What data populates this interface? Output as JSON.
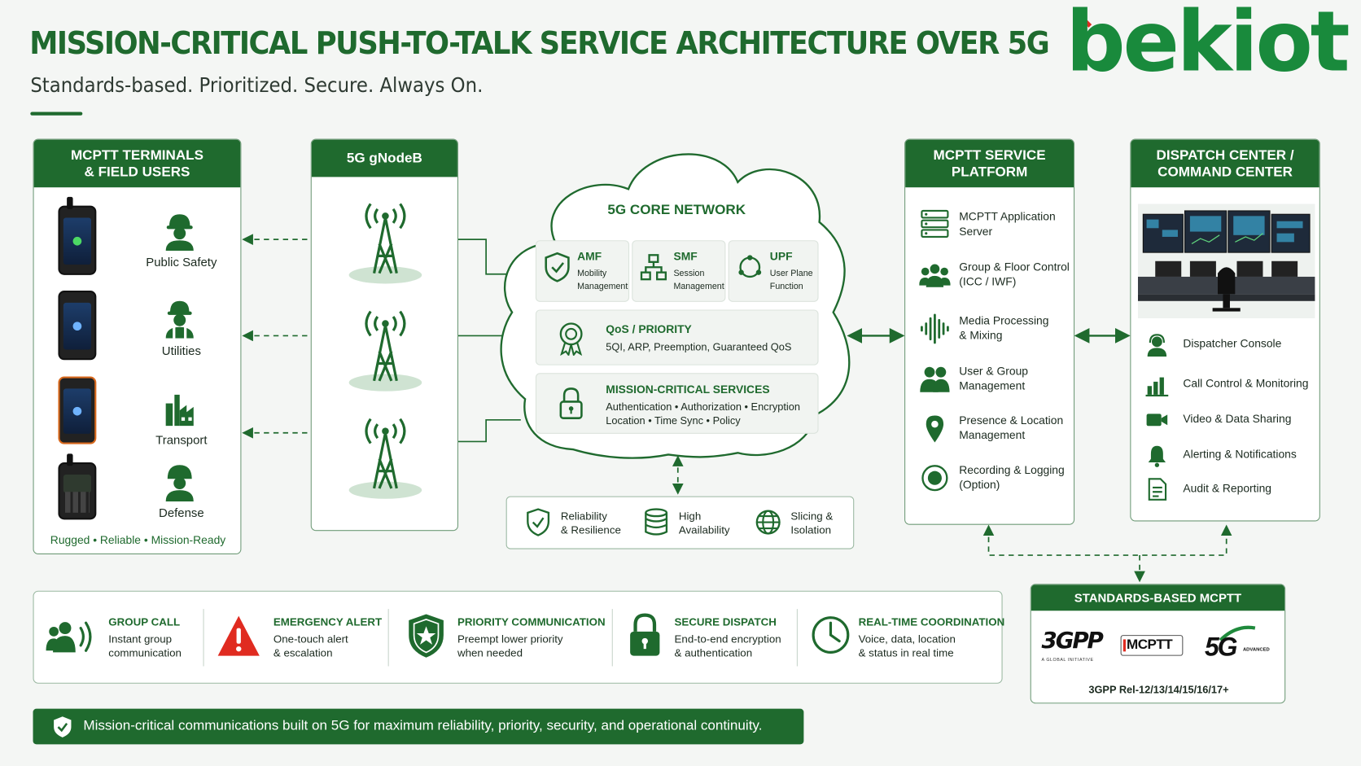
{
  "header": {
    "title": "MISSION-CRITICAL PUSH-TO-TALK SERVICE ARCHITECTURE OVER 5G",
    "subtitle": "Standards-based. Prioritized. Secure. Always On.",
    "logo_text": "bekiot"
  },
  "terminals": {
    "title_line1": "MCPTT TERMINALS",
    "title_line2": "& FIELD USERS",
    "users": [
      "Public Safety",
      "Utilities",
      "Transport",
      "Defense"
    ],
    "footer": "Rugged • Reliable • Mission-Ready"
  },
  "gnodeb": {
    "title": "5G gNodeB"
  },
  "core": {
    "title": "5G CORE NETWORK",
    "functions": [
      {
        "name": "AMF",
        "sub1": "Mobility",
        "sub2": "Management"
      },
      {
        "name": "SMF",
        "sub1": "Session",
        "sub2": "Management"
      },
      {
        "name": "UPF",
        "sub1": "User Plane",
        "sub2": "Function"
      }
    ],
    "qos": {
      "name": "QoS / PRIORITY",
      "desc": "5QI, ARP, Preemption, Guaranteed QoS"
    },
    "mcs": {
      "name": "MISSION-CRITICAL SERVICES",
      "desc1": "Authentication • Authorization • Encryption",
      "desc2": "Location • Time Sync • Policy"
    }
  },
  "reliability": [
    {
      "line1": "Reliability",
      "line2": "& Resilience"
    },
    {
      "line1": "High",
      "line2": "Availability"
    },
    {
      "line1": "Slicing &",
      "line2": "Isolation"
    }
  ],
  "service_platform": {
    "title_line1": "MCPTT SERVICE",
    "title_line2": "PLATFORM",
    "items": [
      {
        "line1": "MCPTT Application",
        "line2": "Server"
      },
      {
        "line1": "Group & Floor Control",
        "line2": "(ICC / IWF)"
      },
      {
        "line1": "Media Processing",
        "line2": "& Mixing"
      },
      {
        "line1": "User & Group",
        "line2": "Management"
      },
      {
        "line1": "Presence & Location",
        "line2": "Management"
      },
      {
        "line1": "Recording & Logging",
        "line2": "(Option)"
      }
    ]
  },
  "dispatch": {
    "title_line1": "DISPATCH CENTER /",
    "title_line2": "COMMAND CENTER",
    "items": [
      "Dispatcher Console",
      "Call Control & Monitoring",
      "Video & Data Sharing",
      "Alerting & Notifications",
      "Audit & Reporting"
    ]
  },
  "features": [
    {
      "name": "GROUP CALL",
      "desc1": "Instant group",
      "desc2": "communication"
    },
    {
      "name": "EMERGENCY ALERT",
      "desc1": "One-touch alert",
      "desc2": "& escalation"
    },
    {
      "name": "PRIORITY COMMUNICATION",
      "desc1": "Preempt lower priority",
      "desc2": "when needed"
    },
    {
      "name": "SECURE DISPATCH",
      "desc1": "End-to-end encryption",
      "desc2": "& authentication"
    },
    {
      "name": "REAL-TIME COORDINATION",
      "desc1": "Voice, data, location",
      "desc2": "& status in real time"
    }
  ],
  "standards": {
    "title": "STANDARDS-BASED MCPTT",
    "logo_3gpp": "3GPP",
    "logo_3gpp_tag": "A GLOBAL INITIATIVE",
    "logo_mcptt": "MCPTT",
    "logo_5g": "5G",
    "logo_5g_tag": "ADVANCED",
    "footer": "3GPP Rel-12/13/14/15/16/17+"
  },
  "banner": {
    "text": "Mission-critical communications built on 5G for maximum reliability, priority, security, and operational continuity."
  },
  "colors": {
    "primary": "#1f6a2e",
    "accent": "#198a3c",
    "alert": "#e02b20",
    "background": "#f4f6f4"
  }
}
